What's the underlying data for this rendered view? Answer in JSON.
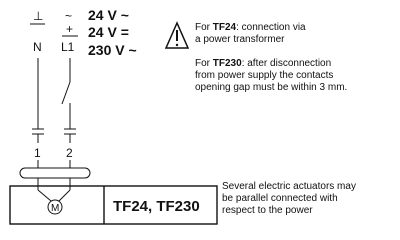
{
  "supply": {
    "ground_symbol": "⊥",
    "ac_symbol": "~",
    "plus_symbol": "+",
    "n_label": "N",
    "l1_label": "L1",
    "voltages": [
      "24 V ~",
      "24 V =",
      "230 V ~"
    ]
  },
  "warning": {
    "icon": "warning-triangle-icon",
    "tf24_model": "TF24",
    "tf24_text": ": connection via",
    "tf24_line2": "a power transformer",
    "tf230_model": "TF230",
    "tf230_text": ": after disconnection",
    "tf230_line2": "from power supply the contacts",
    "tf230_line3": "opening gap must be within 3 mm."
  },
  "terminals": {
    "t1": "1",
    "t2": "2"
  },
  "actuator": {
    "motor_label": "M",
    "models": "TF24, TF230"
  },
  "note": {
    "line1": "Several electric actuators may",
    "line2": "be parallel connected with",
    "line3": "respect to the power"
  }
}
